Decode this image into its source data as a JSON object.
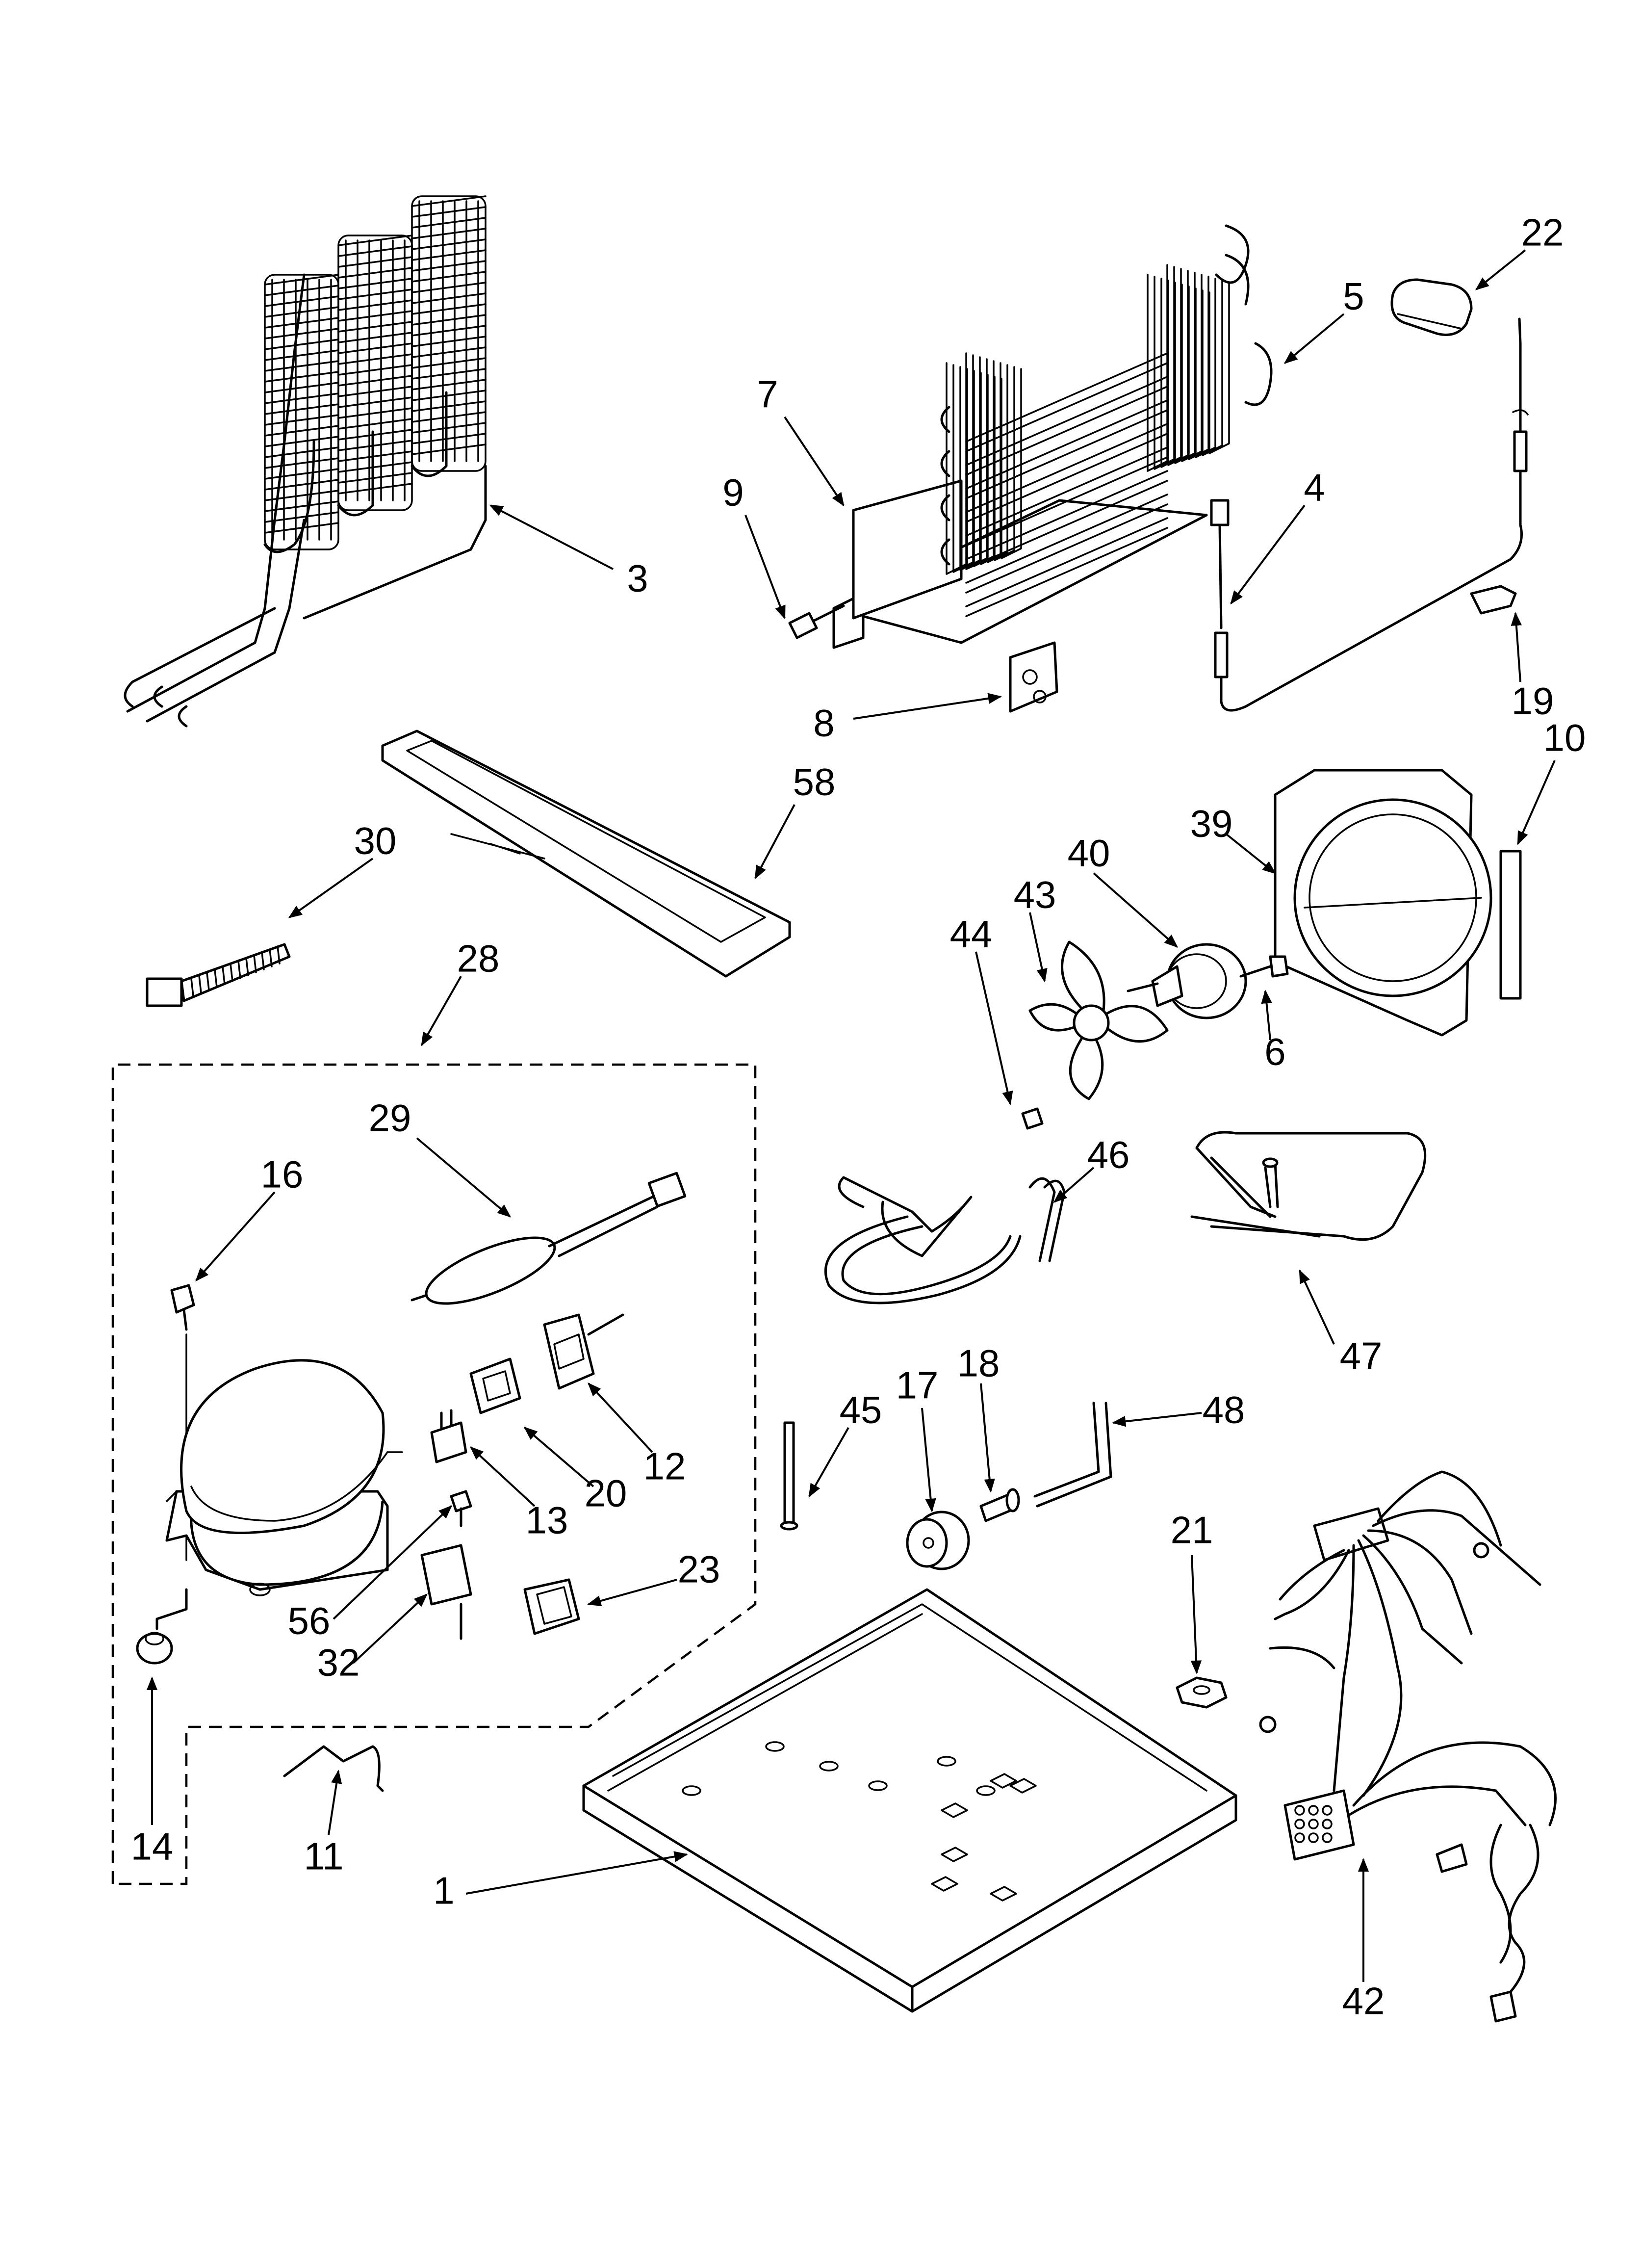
{
  "callouts": {
    "c1": "1",
    "c3": "3",
    "c4": "4",
    "c5": "5",
    "c6": "6",
    "c7": "7",
    "c8": "8",
    "c9": "9",
    "c10": "10",
    "c11": "11",
    "c12": "12",
    "c13": "13",
    "c14": "14",
    "c16": "16",
    "c17": "17",
    "c18": "18",
    "c19": "19",
    "c20": "20",
    "c21": "21",
    "c22": "22",
    "c23": "23",
    "c28": "28",
    "c29": "29",
    "c30": "30",
    "c32": "32",
    "c39": "39",
    "c40": "40",
    "c42": "42",
    "c43": "43",
    "c44": "44",
    "c45": "45",
    "c46": "46",
    "c47": "47",
    "c48": "48",
    "c56": "56",
    "c58": "58"
  }
}
